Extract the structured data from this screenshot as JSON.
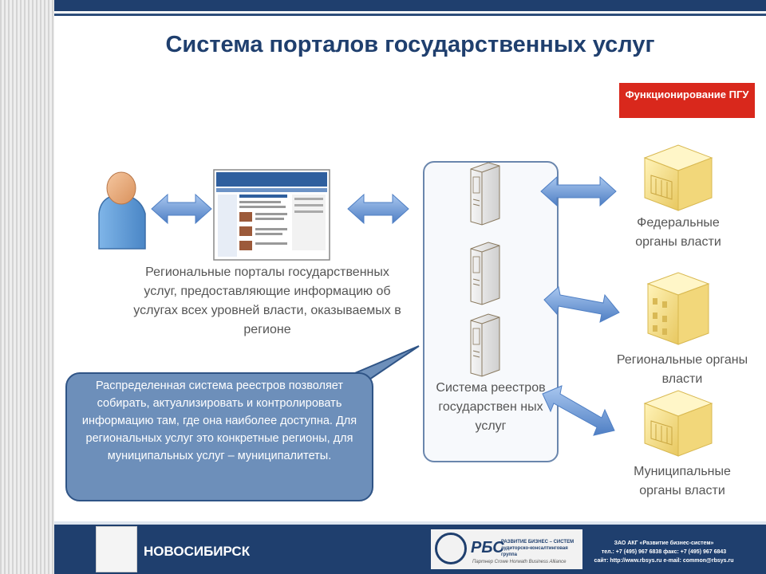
{
  "title": "Система порталов государственных услуг",
  "badge": "Функционирование ПГУ",
  "portals_text": "Региональные порталы государственных услуг, предоставляющие информацию об услугах всех уровней власти, оказываемых в регионе",
  "callout_text": "Распределенная система реестров позволяет собирать, актуализировать и контролировать информацию там, где она наиболее доступна. Для региональных услуг это конкретные регионы, для муниципальных услуг – муниципалитеты.",
  "registry_text": "Система реестров государствен ных услуг",
  "targets": {
    "federal": "Федеральные органы власти",
    "regional": "Региональные органы власти",
    "municipal": "Муниципальные органы власти"
  },
  "icons": [
    "person-icon",
    "web-portal-screenshot",
    "server-icon",
    "government-building-icon",
    "double-arrow-icon"
  ],
  "footer": {
    "city": "НОВОСИБИРСК",
    "rbs_name": "РБС",
    "rbs_tagline": "РАЗВИТИЕ БИЗНЕС – СИСТЕМ аудиторско-консалтинговая группа",
    "rbs_partner": "Партнер Crowe Horwath Business Alliance",
    "company": "ЗАО АКГ «Развитие бизнес-систем»",
    "phone": "тел.: +7 (495) 967 6838   факс: +7 (495) 967 6843",
    "web": "сайт: http://www.rbsys.ru   e-mail: common@rbsys.ru"
  },
  "colors": {
    "navy": "#1f3f6e",
    "red": "#d9281c",
    "callout": "#6d8fba",
    "arrow": "#6f9ad6"
  }
}
